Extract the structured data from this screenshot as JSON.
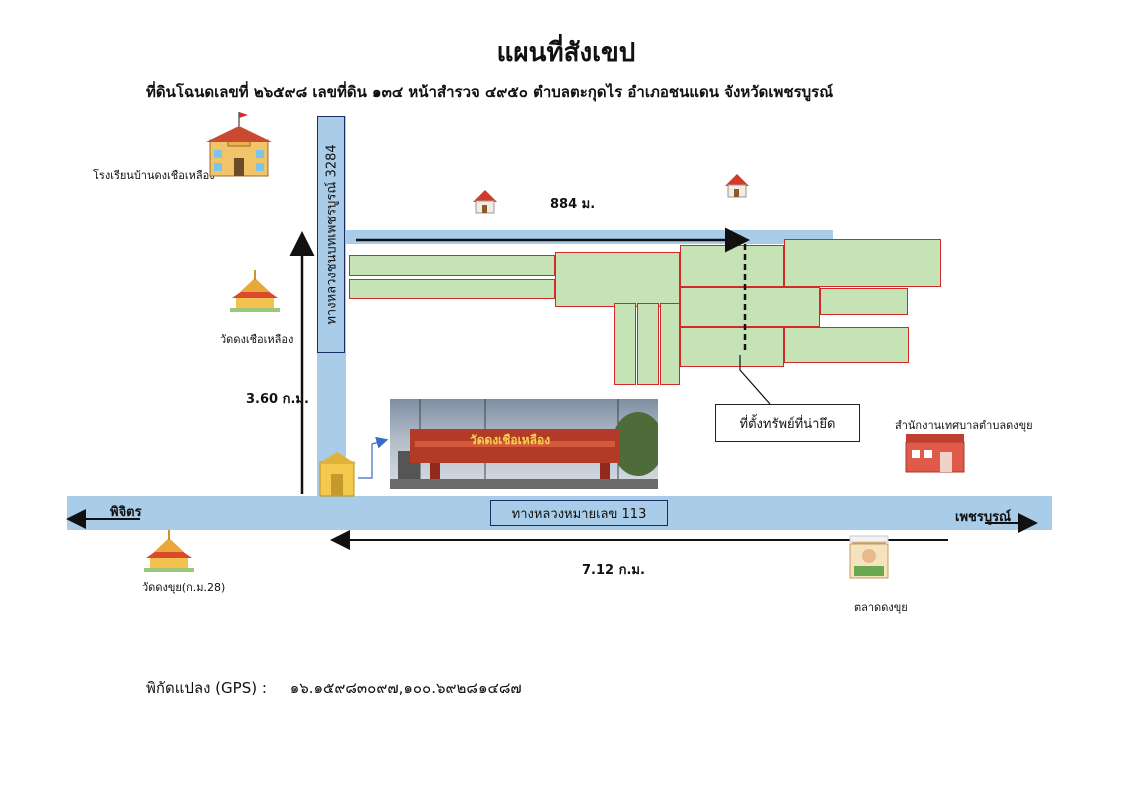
{
  "title": "แผนที่สังเขป",
  "subtitle": "ที่ดินโฉนดเลขที่ ๒๖๕๙๘ เลขที่ดิน ๑๓๔ หน้าสำรวจ ๔๙๕๐ ตำบลตะกุดไร อำเภอชนแดน จังหวัดเพชรบูรณ์",
  "roads": {
    "vertical": "ทางหลวงชนบทเพชรบูรณ์ 3284",
    "horizontal": "ทางหลวงหมายเลข 113"
  },
  "distances": {
    "top": "884 ม.",
    "left": "3.60 ก.ม.",
    "bottom": "7.12 ก.ม."
  },
  "directions": {
    "west": "พิจิตร",
    "east": "เพชรบูรณ์"
  },
  "landmarks": {
    "school": "โรงเรียนบ้านดงเชือเหลือง",
    "temple_north": "วัดดงเชือเหลือง",
    "temple_south": "วัดดงขุย(ก.ม.28)",
    "municipal_office": "สำนักงานเทศบาลตำบลดงขุย",
    "market": "ตลาดดงขุย"
  },
  "property_label": "ที่ตั้งทรัพย์ที่น่ายึด",
  "photo_sign_text": "วัดดงเชือเหลือง",
  "gps": {
    "label": "พิกัดแปลง (GPS) :",
    "value": "๑๖.๑๕๙๘๓๐๙๗,๑๐๐.๖๙๒๘๑๔๘๗"
  },
  "colors": {
    "road": "#a9cde9",
    "plot_fill": "#c5e3b5",
    "plot_border": "#d22a2a"
  },
  "icons": [
    "school-icon",
    "house-icon",
    "temple-icon",
    "office-building-icon",
    "market-stall-icon",
    "arrow-icon"
  ]
}
